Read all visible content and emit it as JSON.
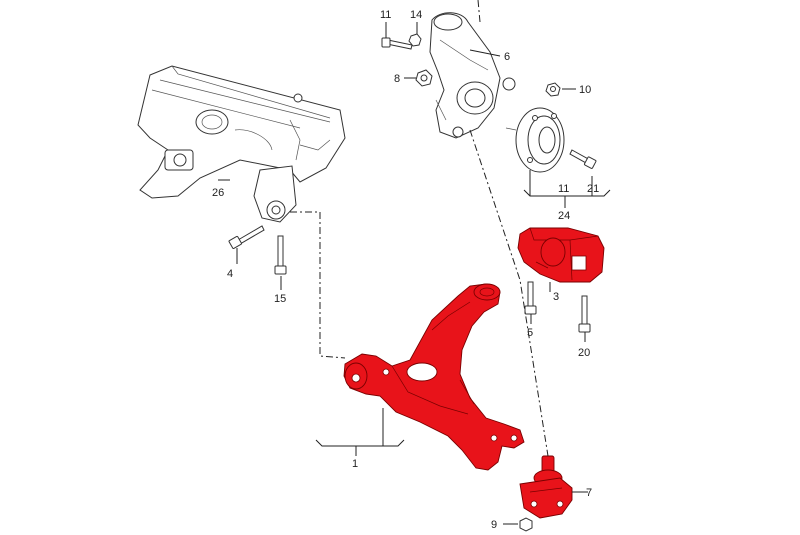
{
  "diagram": {
    "labels": {
      "l1": "1",
      "l3": "3",
      "l4": "4",
      "l5": "5",
      "l6": "6",
      "l7": "7",
      "l8": "8",
      "l9": "9",
      "l10": "10",
      "l11a": "11",
      "l11b": "11",
      "l14": "14",
      "l15": "15",
      "l20": "20",
      "l21": "21",
      "l24": "24",
      "l26": "26"
    },
    "colors": {
      "highlight": "#e8131a",
      "outline": "#222222",
      "background": "#ffffff"
    }
  }
}
